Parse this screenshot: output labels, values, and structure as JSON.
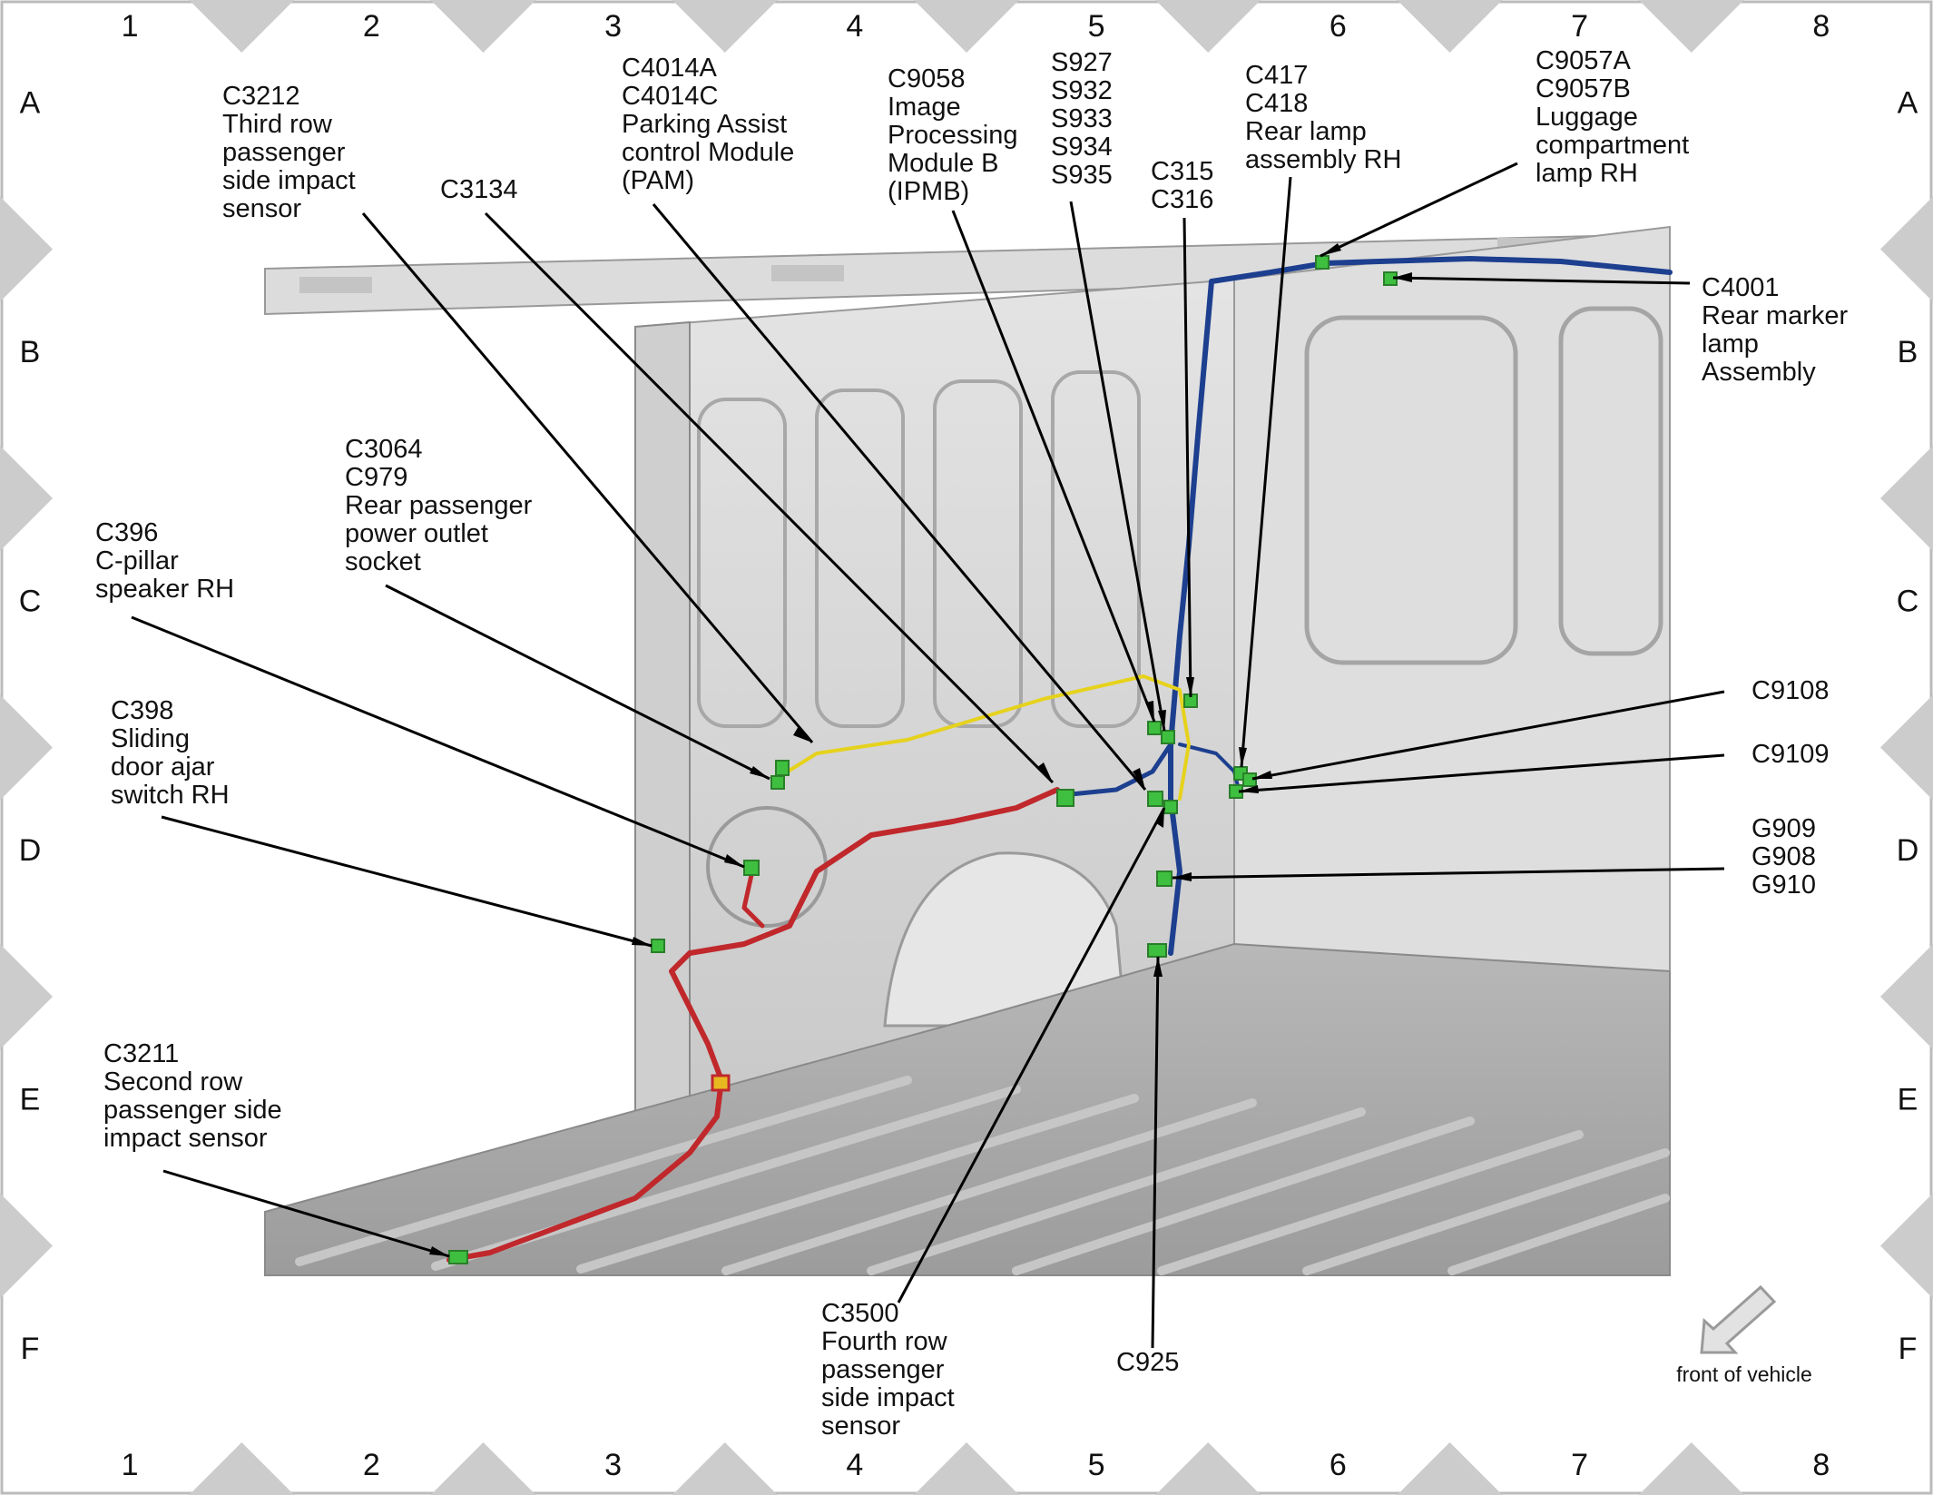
{
  "grid": {
    "columns": [
      "1",
      "2",
      "3",
      "4",
      "5",
      "6",
      "7",
      "8"
    ],
    "rows": [
      "A",
      "B",
      "C",
      "D",
      "E",
      "F"
    ]
  },
  "callouts": {
    "c3212": [
      "C3212",
      "Third row",
      "passenger",
      "side impact",
      "sensor"
    ],
    "c3134": [
      "C3134"
    ],
    "c4014": [
      "C4014A",
      "C4014C",
      "Parking Assist",
      "control Module",
      "(PAM)"
    ],
    "c9058": [
      "C9058",
      "Image",
      "Processing",
      "Module B",
      "(IPMB)"
    ],
    "s927": [
      "S927",
      "S932",
      "S933",
      "S934",
      "S935"
    ],
    "c315": [
      "C315",
      "C316"
    ],
    "c417": [
      "C417",
      "C418",
      "Rear lamp",
      "assembly RH"
    ],
    "c9057": [
      "C9057A",
      "C9057B",
      "Luggage",
      "compartment",
      "lamp RH"
    ],
    "c4001": [
      "C4001",
      "Rear marker",
      "lamp",
      "Assembly"
    ],
    "c3064": [
      "C3064",
      "C979",
      "Rear passenger",
      "power outlet",
      "socket"
    ],
    "c396": [
      "C396",
      "C-pillar",
      "speaker RH"
    ],
    "c398": [
      "C398",
      "Sliding",
      "door ajar",
      "switch RH"
    ],
    "c3211": [
      "C3211",
      "Second row",
      "passenger side",
      "impact sensor"
    ],
    "c9108": [
      "C9108"
    ],
    "c9109": [
      "C9109"
    ],
    "g909": [
      "G909",
      "G908",
      "G910"
    ],
    "c3500": [
      "C3500",
      "Fourth row",
      "passenger",
      "side impact",
      "sensor"
    ],
    "c925": [
      "C925"
    ]
  },
  "front_of_vehicle_label": "front of vehicle",
  "colors": {
    "frame_diamond": "#cccccc",
    "panel": "#d3d3d3",
    "floor": "#a9a9a9",
    "harness_red": "#c0282c",
    "harness_blue": "#1d3f8f",
    "harness_yellow": "#e6d21c",
    "connector_green": "#3fbf3f"
  }
}
